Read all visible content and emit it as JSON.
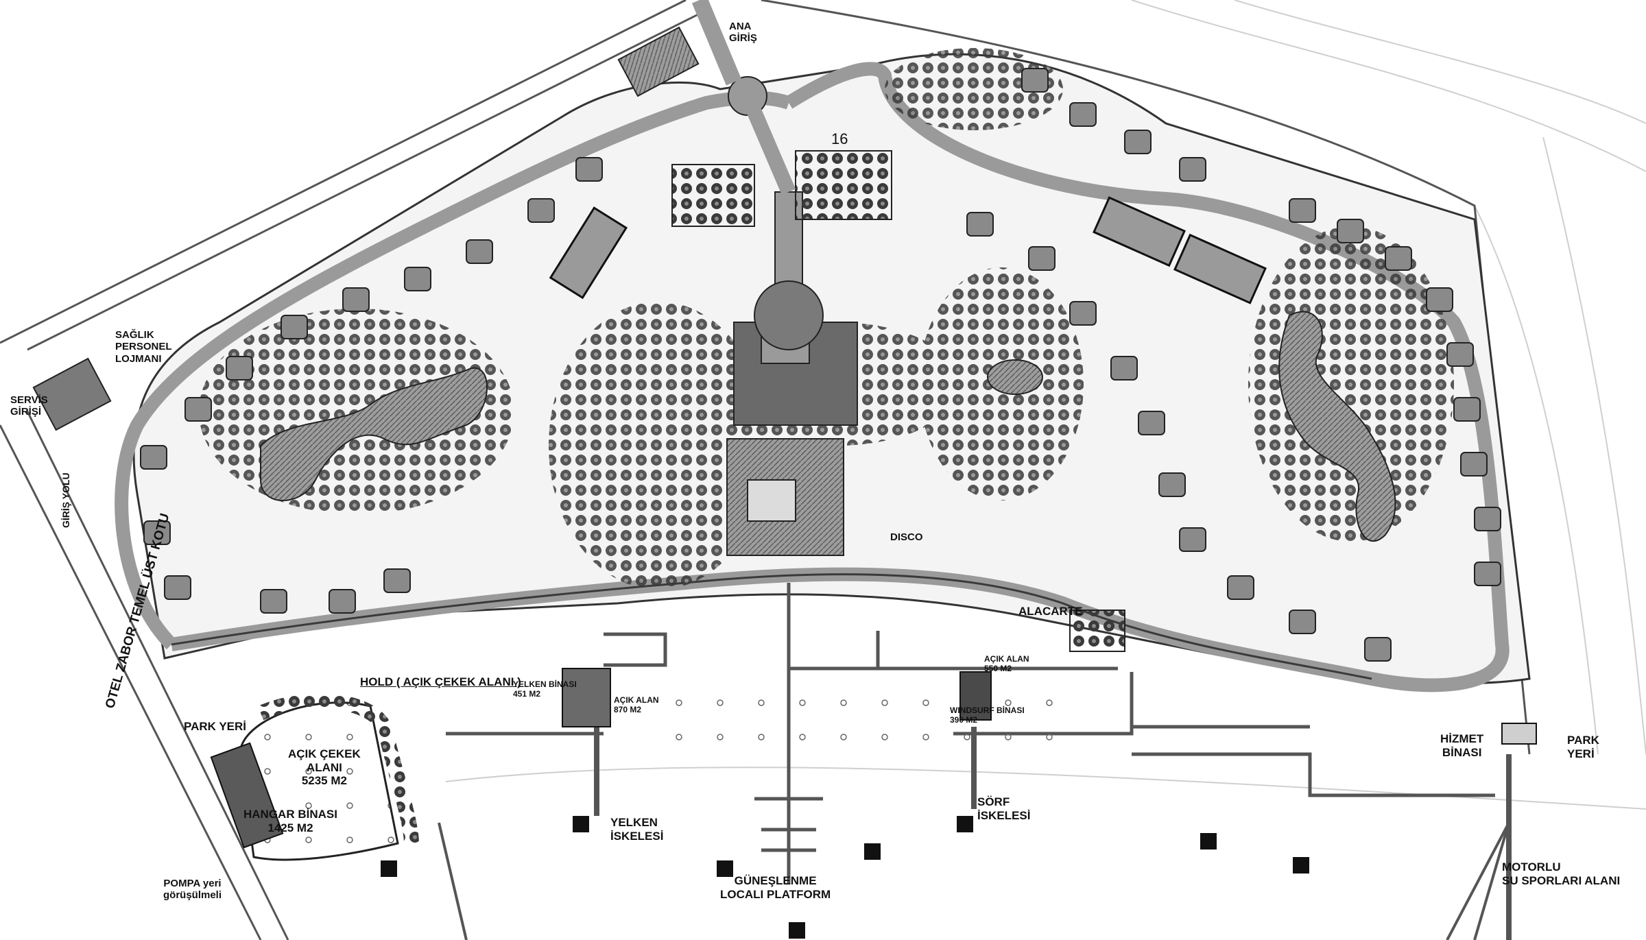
{
  "colors": {
    "background": "#ffffff",
    "road": "#9a9a9a",
    "road_edge": "#3a3a3a",
    "vegetation": "#2b2b2b",
    "building": "#6a6a6a",
    "pool": "#8c8c8c"
  },
  "labels": {
    "ana_giris": "ANA\nGİRİŞ",
    "personel_lojmani": "SAĞLIK\nPERSONEL\nLOJMANI",
    "servis_girisi": "SERVİS\nGİRİŞİ",
    "giris_yolu": "GİRİŞ YOLU",
    "otel_road": "OTEL ZABOR TEMEL ÜST KOTU",
    "hold": "HOLD ( AÇIK ÇEKEK ALANI )",
    "park_yeri_left": "PARK YERİ",
    "acik_cekek": "AÇIK ÇEKEK\nALANI\n5235 M2",
    "hangar": "HANGAR BİNASI\n1425 M2",
    "pompa": "POMPA yeri\ngörüşülmeli",
    "yelken_binasi": "YELKEN BİNASI\n451 M2",
    "acik_alan_1": "AÇIK ALAN\n870 M2",
    "yelken_iskelesi": "YELKEN\nİSKELESİ",
    "gunes": "GÜNEŞLENME\nLOCALI PLATFORM",
    "acik_alan_2": "AÇIK ALAN\n550 M2",
    "windsurf": "WINDSURF BİNASI\n390 M2",
    "sorf": "SÖRF\nİSKELESİ",
    "alacarte": "ALACARTE",
    "hizmet": "HİZMET\nBİNASI",
    "park_yeri_right": "PARK\nYERİ",
    "motorlu": "MOTORLU\nSU SPORLARI ALANI",
    "disco": "DISCO",
    "num_16": "16"
  }
}
